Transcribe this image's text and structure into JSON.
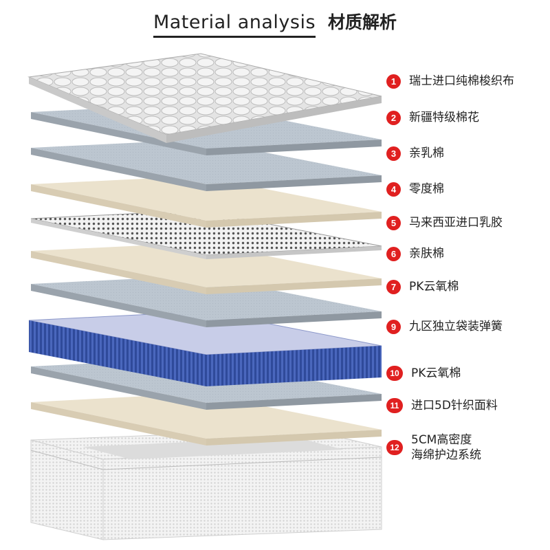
{
  "header": {
    "title_en": "Material analysis",
    "title_cn": "材质解析"
  },
  "layers": [
    {
      "num": "1",
      "label": "瑞士进口纯棉梭织布",
      "icon": "quilted-fabric-layer"
    },
    {
      "num": "2",
      "label": "新疆特级棉花",
      "icon": "cotton-layer"
    },
    {
      "num": "3",
      "label": "亲乳棉",
      "icon": "foam-layer"
    },
    {
      "num": "4",
      "label": "零度棉",
      "icon": "cream-foam-layer"
    },
    {
      "num": "5",
      "label": "马来西亚进口乳胶",
      "icon": "latex-layer"
    },
    {
      "num": "6",
      "label": "亲肤棉",
      "icon": "cream-foam-layer"
    },
    {
      "num": "7",
      "label": "PK云氧棉",
      "icon": "foam-layer"
    },
    {
      "num": "9",
      "label": "九区独立袋装弹簧",
      "icon": "pocket-spring-layer"
    },
    {
      "num": "10",
      "label": "PK云氧棉",
      "icon": "foam-layer"
    },
    {
      "num": "11",
      "label": "进口5D针织面料",
      "icon": "cream-foam-layer"
    },
    {
      "num": "12",
      "label_line1": "5CM高密度",
      "label_line2": "海绵护边系统",
      "icon": "mattress-base"
    }
  ],
  "colors": {
    "badge": "#e02020",
    "gray_layer": "#b5bfc9",
    "cream_layer": "#ece3cf",
    "spring_blue": "#3a55a8",
    "text": "#222222"
  }
}
